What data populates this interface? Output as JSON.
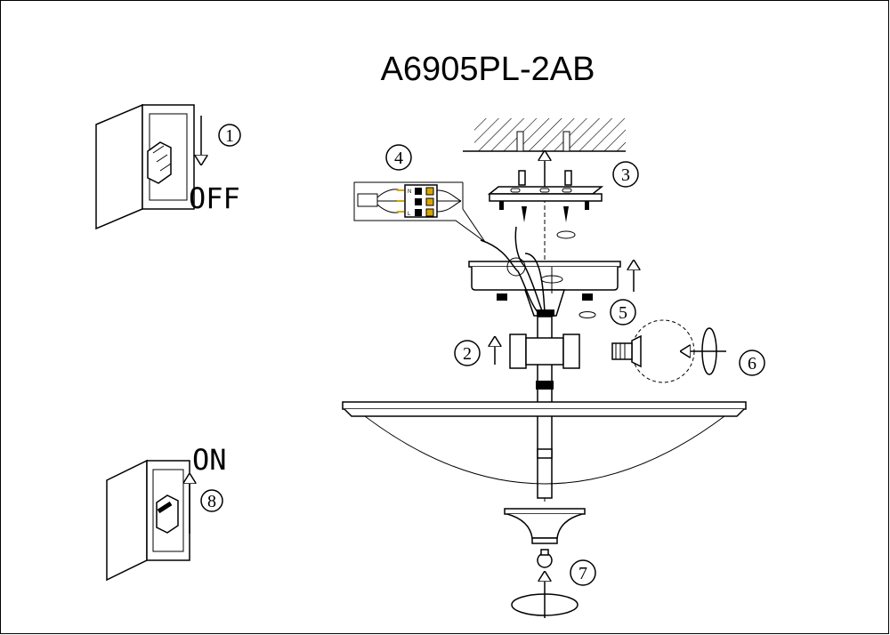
{
  "title": "A6905PL-2AB",
  "switch_off": {
    "label": "OFF",
    "step": "1"
  },
  "switch_on": {
    "label": "ON",
    "step": "8"
  },
  "steps": {
    "s2": "2",
    "s3": "3",
    "s4": "4",
    "s5": "5",
    "s6": "6",
    "s7": "7"
  },
  "terminal_labels": {
    "neutral": "N",
    "live": "L"
  },
  "colors": {
    "line": "#000000",
    "wire_tip": "#d9a400",
    "background": "#ffffff"
  }
}
